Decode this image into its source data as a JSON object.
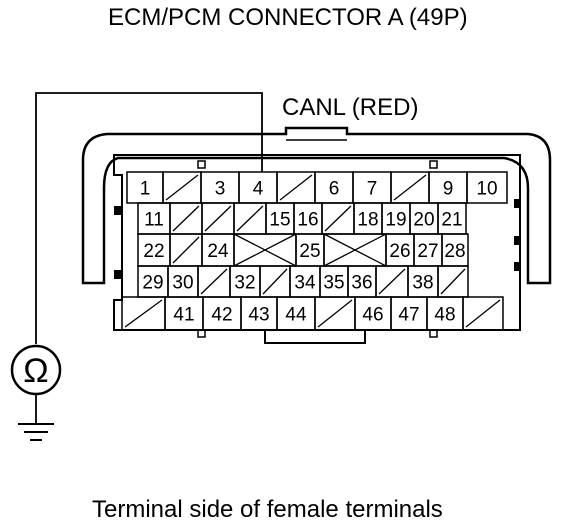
{
  "title": "ECM/PCM CONNECTOR A (49P)",
  "wire_label": "CANL (RED)",
  "caption": "Terminal side of female terminals",
  "meter_symbol": "Ω",
  "probe_terminal": "4",
  "rows": [
    [
      "1",
      "",
      "3",
      "4",
      "",
      "6",
      "7",
      "",
      "9",
      "10"
    ],
    [
      "11",
      "",
      "",
      "",
      "15",
      "16",
      "",
      "18",
      "19",
      "20",
      "21"
    ],
    [
      "22",
      "",
      "24",
      "X",
      "25",
      "X",
      "26",
      "27",
      "28"
    ],
    [
      "29",
      "30",
      "",
      "32",
      "",
      "34",
      "35",
      "36",
      "",
      "38",
      ""
    ],
    [
      "",
      "41",
      "42",
      "43",
      "44",
      "",
      "46",
      "47",
      "48",
      ""
    ]
  ]
}
